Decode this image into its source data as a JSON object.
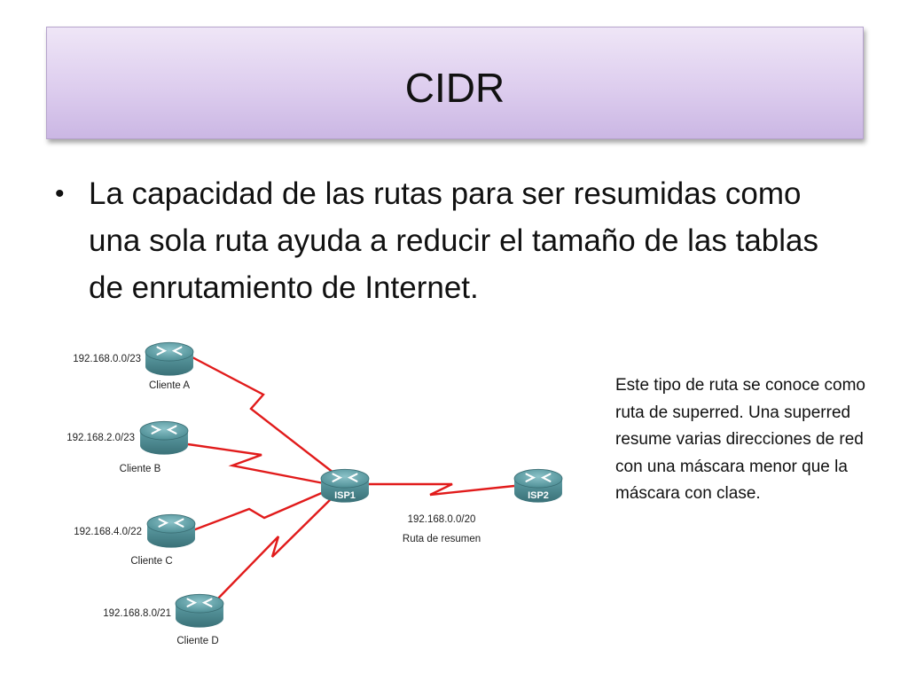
{
  "slide": {
    "title": "CIDR",
    "bullet_marker": "•",
    "bullet_text": "La capacidad de las rutas para ser resumidas como una sola ruta ayuda a reducir el tamaño de las tablas de enrutamiento de Internet.",
    "side_note": "Este tipo de ruta se conoce como ruta de superred. Una superred resume varias direcciones de red con una máscara menor que la máscara con clase."
  },
  "diagram": {
    "link_color": "#e11b1b",
    "router_color": "#4d8c93",
    "routers": {
      "cliente_a": {
        "name": "Cliente A",
        "network": "192.168.0.0/23"
      },
      "cliente_b": {
        "name": "Cliente B",
        "network": "192.168.2.0/23"
      },
      "cliente_c": {
        "name": "Cliente C",
        "network": "192.168.4.0/22"
      },
      "cliente_d": {
        "name": "Cliente D",
        "network": "192.168.8.0/21"
      },
      "isp1": {
        "label": "ISP1"
      },
      "isp2": {
        "label": "ISP2"
      }
    },
    "summary_route": {
      "network": "192.168.0.0/20",
      "label": "Ruta de resumen"
    }
  }
}
